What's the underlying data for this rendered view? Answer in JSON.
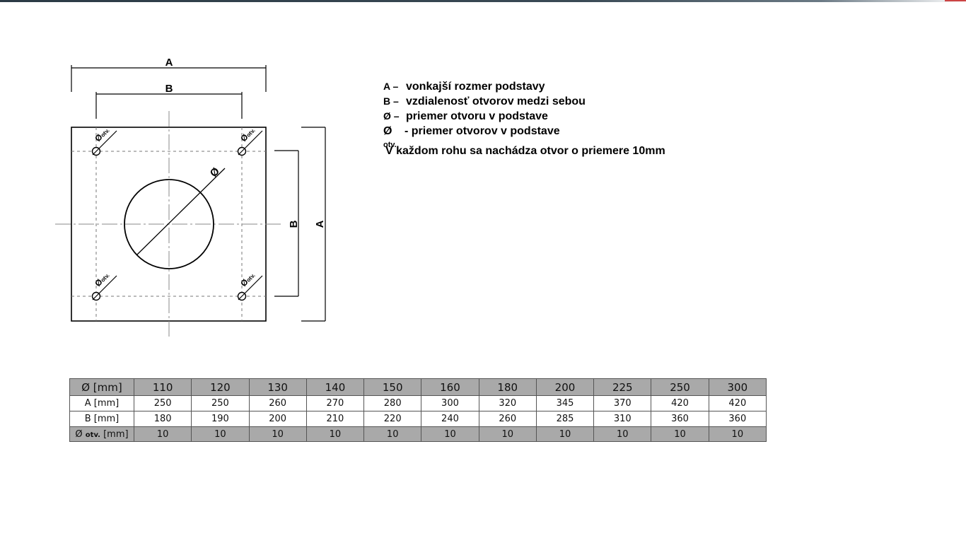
{
  "diagram": {
    "dim_A_top": "A",
    "dim_B_top": "B",
    "dim_B_side": "B",
    "dim_A_side": "A",
    "center_hole_label": "Ø",
    "corner_hole_label": "Ø",
    "corner_hole_sub": "otv."
  },
  "legend": {
    "items": [
      {
        "key": "A –",
        "text": "vonkajší rozmer podstavy"
      },
      {
        "key": "B –",
        "text": "vzdialenosť otvorov medzi sebou"
      },
      {
        "key": "Ø –",
        "text": "priemer otvoru v podstave"
      },
      {
        "key": "Ø",
        "key_sub": "otv.",
        "text": "- priemer otvorov v podstave"
      }
    ],
    "note": "V každom rohu sa nachádza otvor o priemere 10mm"
  },
  "table": {
    "rows": [
      {
        "label": "Ø [mm]",
        "values": [
          "110",
          "120",
          "130",
          "140",
          "150",
          "160",
          "180",
          "200",
          "225",
          "250",
          "300"
        ]
      },
      {
        "label": "A [mm]",
        "values": [
          "250",
          "250",
          "260",
          "270",
          "280",
          "300",
          "320",
          "345",
          "370",
          "420",
          "420"
        ]
      },
      {
        "label": "B [mm]",
        "values": [
          "180",
          "190",
          "200",
          "210",
          "220",
          "240",
          "260",
          "285",
          "310",
          "360",
          "360"
        ]
      },
      {
        "label_main": "Ø",
        "label_sub": "otv.",
        "label_unit": "[mm]",
        "values": [
          "10",
          "10",
          "10",
          "10",
          "10",
          "10",
          "10",
          "10",
          "10",
          "10",
          "10"
        ]
      }
    ]
  }
}
